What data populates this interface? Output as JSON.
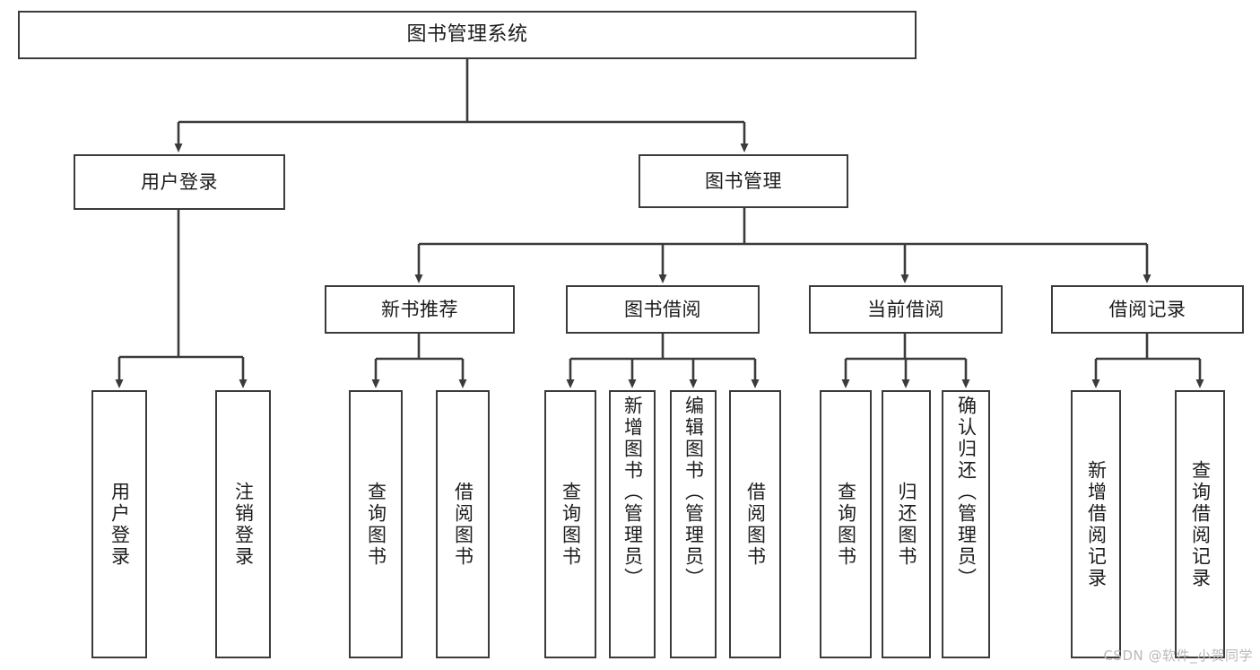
{
  "diagram": {
    "type": "tree",
    "title": "图书管理系统",
    "orientation": "top-down",
    "colors": {
      "box_border": "#3b3b3b",
      "box_fill": "#ffffff",
      "connector": "#3b3b3b",
      "text": "#1c1c1c",
      "watermark": "#b9b9b9",
      "background": "#ffffff"
    },
    "root": {
      "label": "图书管理系统"
    },
    "level1": [
      {
        "label": "用户登录"
      },
      {
        "label": "图书管理"
      }
    ],
    "level2": [
      {
        "label": "新书推荐"
      },
      {
        "label": "图书借阅"
      },
      {
        "label": "当前借阅"
      },
      {
        "label": "借阅记录"
      }
    ],
    "leaves": {
      "user_login": [
        {
          "label": "用户登录"
        },
        {
          "label": "注销登录"
        }
      ],
      "new_book_recommend": [
        {
          "label": "查询图书"
        },
        {
          "label": "借阅图书"
        }
      ],
      "book_borrow": [
        {
          "label": "查询图书"
        },
        {
          "label": "新增图书（管理员）"
        },
        {
          "label": "编辑图书（管理员）"
        },
        {
          "label": "借阅图书"
        }
      ],
      "current_borrow": [
        {
          "label": "查询图书"
        },
        {
          "label": "归还图书"
        },
        {
          "label": "确认归还（管理员）"
        }
      ],
      "borrow_records": [
        {
          "label": "新增借阅记录"
        },
        {
          "label": "查询借阅记录"
        }
      ]
    },
    "watermark": "CSDN @软件_小贺同学"
  }
}
